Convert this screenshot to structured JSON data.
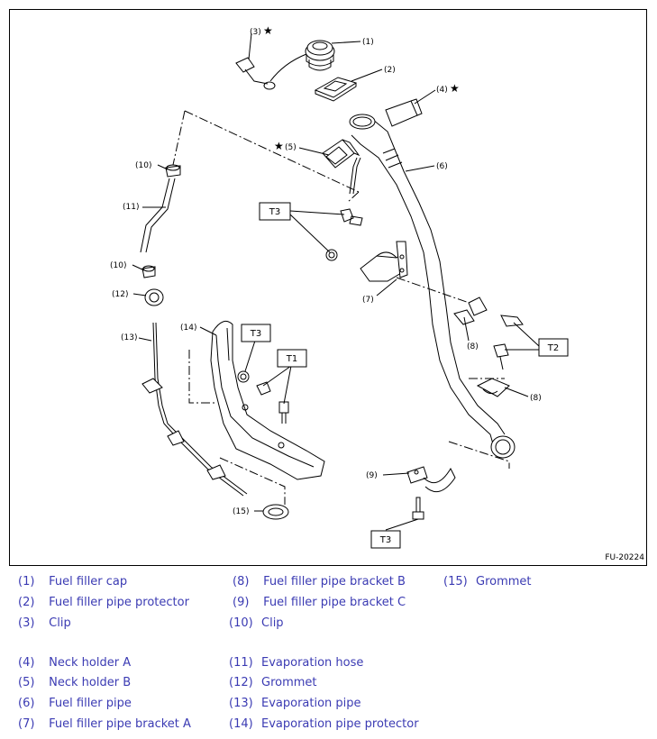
{
  "figure_id": "FU-20224",
  "callouts": {
    "c1": "(1)",
    "c2": "(2)",
    "c3": "(3)",
    "c4": "(4)",
    "c5": "(5)",
    "c6": "(6)",
    "c7": "(7)",
    "c8a": "(8)",
    "c8b": "(8)",
    "c9": "(9)",
    "c10a": "(10)",
    "c10b": "(10)",
    "c11": "(11)",
    "c12": "(12)",
    "c13": "(13)",
    "c14": "(14)",
    "c15": "(15)"
  },
  "star": "★",
  "torque": {
    "t3_top": "T3",
    "t3_mid": "T3",
    "t3_bottom": "T3",
    "t1": "T1",
    "t2": "T2"
  },
  "legend": [
    {
      "num": "(1)",
      "name": "Fuel filler cap"
    },
    {
      "num": "(2)",
      "name": "Fuel filler pipe protector"
    },
    {
      "num": "(3)",
      "name": "Clip"
    },
    {
      "num": "(4)",
      "name": "Neck holder A"
    },
    {
      "num": "(5)",
      "name": "Neck holder B"
    },
    {
      "num": "(6)",
      "name": "Fuel filler pipe"
    },
    {
      "num": "(7)",
      "name": "Fuel filler pipe bracket A"
    },
    {
      "num": "(8)",
      "name": "Fuel filler pipe bracket B"
    },
    {
      "num": "(9)",
      "name": "Fuel filler pipe bracket C"
    },
    {
      "num": "(10)",
      "name": "Clip"
    },
    {
      "num": "(11)",
      "name": "Evaporation hose"
    },
    {
      "num": "(12)",
      "name": "Grommet"
    },
    {
      "num": "(13)",
      "name": "Evaporation pipe"
    },
    {
      "num": "(14)",
      "name": "Evaporation pipe protector"
    },
    {
      "num": "(15)",
      "name": "Grommet"
    }
  ],
  "colors": {
    "legend_text": "#3b3bb3",
    "line": "#000000"
  }
}
